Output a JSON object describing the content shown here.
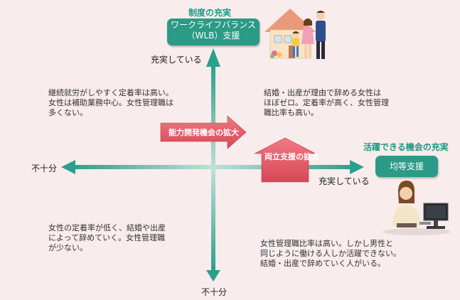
{
  "top_heading": "制度の充実",
  "top_box": {
    "line1": "ワークライフバランス",
    "line2": "（WLB）支援"
  },
  "right_heading": "活躍できる機会の充実",
  "right_box": "均等支援",
  "axis": {
    "y_top": "充実している",
    "y_bottom": "不十分",
    "x_left": "不十分",
    "x_right": "充実している"
  },
  "arrows": {
    "ability": "能力開発機会の拡大",
    "balance": "両立支援の拡大"
  },
  "quadrants": {
    "top_left": [
      "継続就労がしやすく定着率は高い。",
      "女性は補助業務中心。女性管理職は",
      "多くない。"
    ],
    "top_right": [
      "結婚・出産が理由で辞める女性は",
      "ほぼゼロ。定着率が高く、女性管理",
      "職比率も高い。"
    ],
    "bottom_left": [
      "女性の定着率が低く、結婚や出産",
      "によって辞めていく。女性管理職",
      "が少ない。"
    ],
    "bottom_right": [
      "女性管理職比率は高い。しかし男性と",
      "同じように働ける人しか活躍できない。",
      "結婚・出産で辞めていく人がいる。"
    ]
  },
  "colors": {
    "axis": "#2ba08c",
    "arrow_red": "#e05a66",
    "box": "#2b9a86",
    "heading": "#1a9a84"
  }
}
